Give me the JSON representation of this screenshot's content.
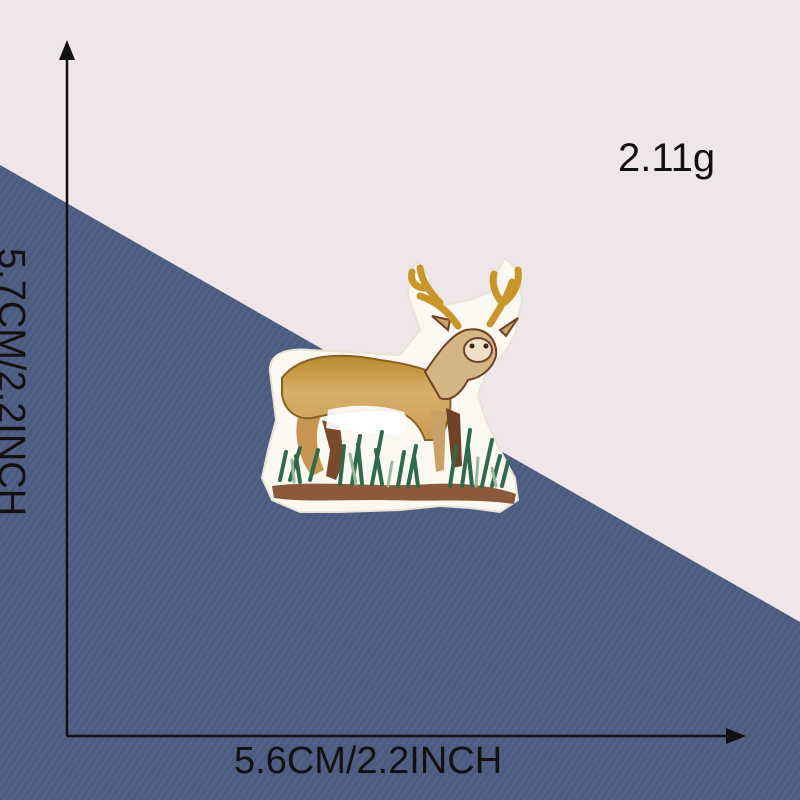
{
  "product": {
    "weight_label": "2.11g",
    "width_label": "5.6CM/2.2INCH",
    "height_label": "5.7CM/2.2INCH",
    "subject": "embroidered deer patch"
  },
  "colors": {
    "background_top": "#efe6ea",
    "fabric": "#4f5f83",
    "ink": "#111111"
  }
}
